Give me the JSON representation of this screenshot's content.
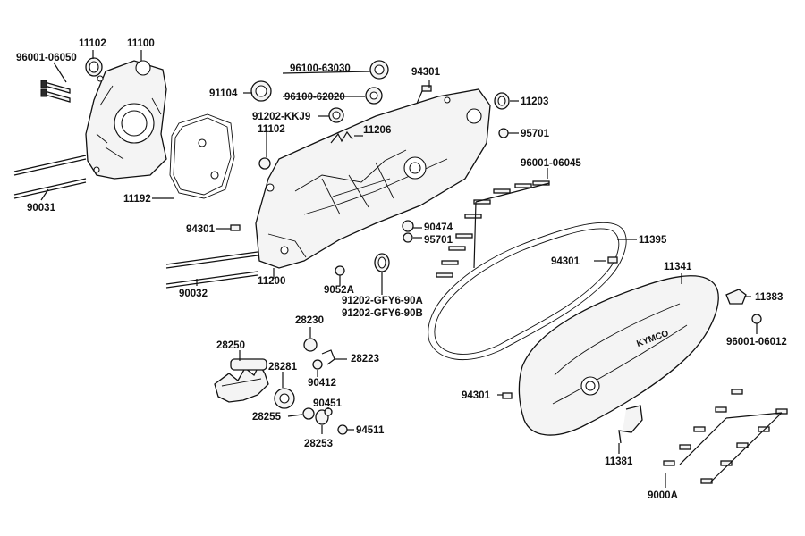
{
  "labels": {
    "l_96001_06050": "96001-06050",
    "l_11102a": "11102",
    "l_11100": "11100",
    "l_90031": "90031",
    "l_11192": "11192",
    "l_96100_63030": "96100-63030",
    "l_91104": "91104",
    "l_96100_62020": "96100-62020",
    "l_91202_kkj9": "91202-KKJ9",
    "l_11102b": "11102",
    "l_11206": "11206",
    "l_94301a": "94301",
    "l_11203": "11203",
    "l_95701a": "95701",
    "l_96001_06045": "96001-06045",
    "l_94301b": "94301",
    "l_90474": "90474",
    "l_95701b": "95701",
    "l_11395": "11395",
    "l_90032": "90032",
    "l_11200": "11200",
    "l_9052a": "9052A",
    "l_91202_gfy6_a": "91202-GFY6-90A",
    "l_91202_gfy6_b": "91202-GFY6-90B",
    "l_94301c": "94301",
    "l_11341": "11341",
    "l_11383": "11383",
    "l_96001_06012": "96001-06012",
    "l_28230": "28230",
    "l_28250": "28250",
    "l_28223": "28223",
    "l_28281": "28281",
    "l_90412": "90412",
    "l_90451": "90451",
    "l_28255": "28255",
    "l_94511": "94511",
    "l_28253": "28253",
    "l_94301d": "94301",
    "l_11381": "11381",
    "l_9000a": "9000A"
  },
  "cover_logo": "KYMCO"
}
